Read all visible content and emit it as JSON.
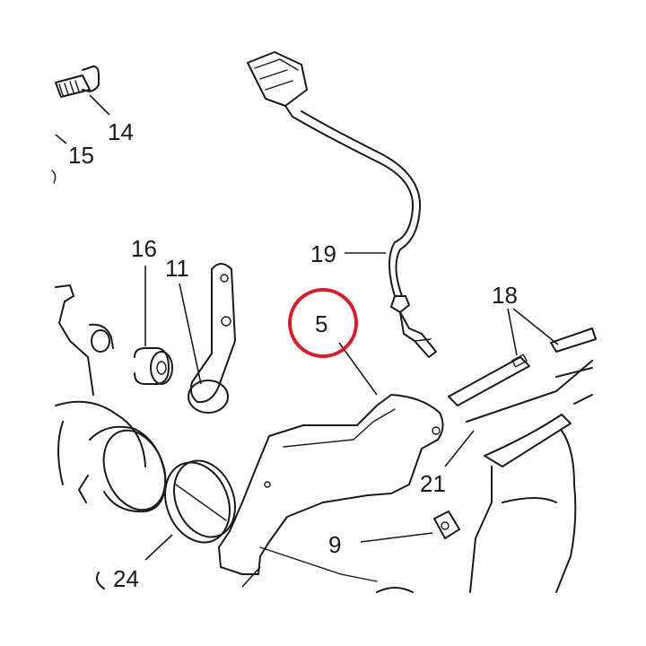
{
  "diagram": {
    "callouts": [
      {
        "id": "c14",
        "label": "14"
      },
      {
        "id": "c15",
        "label": "15"
      },
      {
        "id": "c16",
        "label": "16"
      },
      {
        "id": "c11",
        "label": "11"
      },
      {
        "id": "c19",
        "label": "19"
      },
      {
        "id": "c5",
        "label": "5"
      },
      {
        "id": "c18",
        "label": "18"
      },
      {
        "id": "c21",
        "label": "21"
      },
      {
        "id": "c9",
        "label": "9"
      },
      {
        "id": "c24",
        "label": "24"
      }
    ],
    "highlighted_callout": "5",
    "highlight_color": "#d0202a",
    "line_color": "#1a1a1a"
  }
}
